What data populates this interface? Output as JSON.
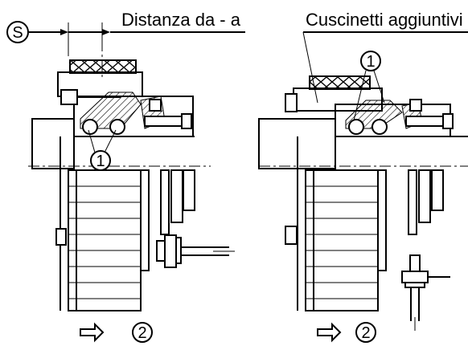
{
  "left_view": {
    "label_S": "S",
    "distance_label": "Distanza da - a",
    "callout_1": "1",
    "callout_2": "2"
  },
  "right_view": {
    "bearings_label": "Cuscinetti aggiuntivi",
    "callout_1": "1",
    "callout_2": "2"
  }
}
